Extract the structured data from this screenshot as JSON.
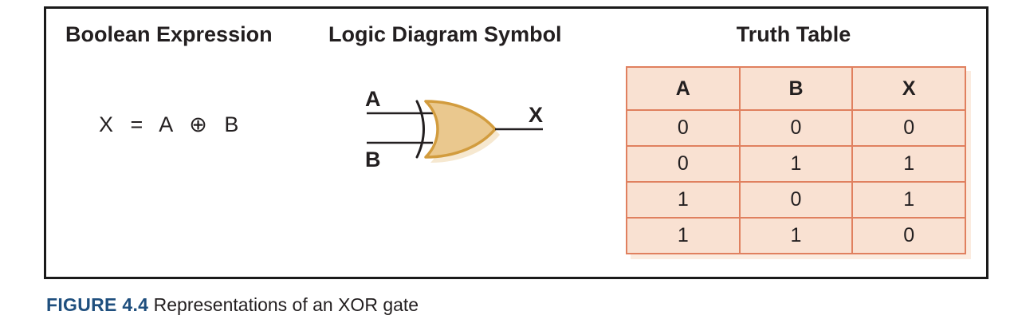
{
  "figure": {
    "sections": {
      "expression_title": "Boolean Expression",
      "symbol_title": "Logic Diagram Symbol",
      "table_title": "Truth Table"
    },
    "expression": "X = A ⊕ B",
    "gate": {
      "type": "XOR",
      "input_top": "A",
      "input_bottom": "B",
      "output": "X"
    },
    "truth_table": {
      "headers": [
        "A",
        "B",
        "X"
      ],
      "rows": [
        [
          "0",
          "0",
          "0"
        ],
        [
          "0",
          "1",
          "1"
        ],
        [
          "1",
          "0",
          "1"
        ],
        [
          "1",
          "1",
          "0"
        ]
      ]
    },
    "caption": {
      "label": "FIGURE 4.4",
      "text": "Representations of an XOR gate"
    },
    "colors": {
      "gate_fill": "#EAC88E",
      "gate_stroke": "#D29C3E",
      "gate_shadow": "#F6E8D0",
      "table_fill": "#F9E1D2",
      "table_border": "#E0805F",
      "table_shadow": "#FBEBDF",
      "caption_blue": "#1F4F7E",
      "ink": "#231F20",
      "panel_border": "#1A1A1A"
    }
  }
}
